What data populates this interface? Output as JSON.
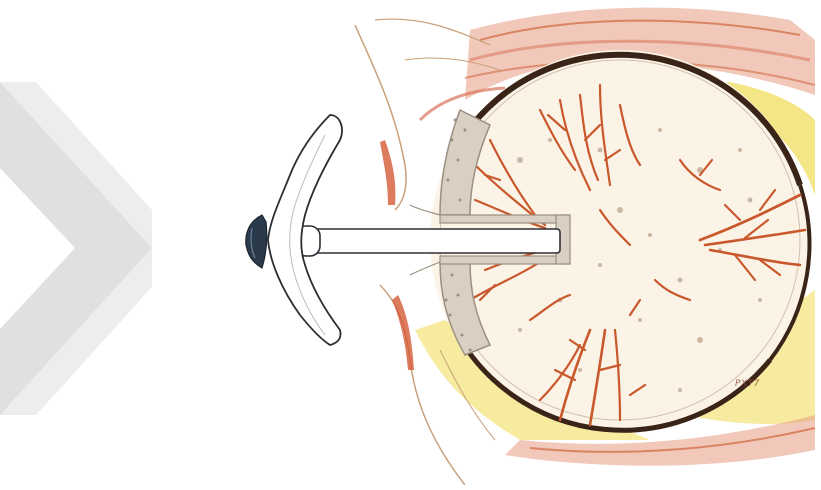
{
  "figure": {
    "artist_signature": "PXT7",
    "colors": {
      "watermark": "#d9d9d9",
      "eyeball_fill": "#fbf3e6",
      "eyeball_rim": "#3a2418",
      "vessels": "#c9582c",
      "vessels_dark": "#a8401e",
      "muscle_red": "#d8745a",
      "fat_yellow": "#f5e88e",
      "skin_line": "#caa07a",
      "granular_tissue": "#9b8f82",
      "prosthesis_outline": "#2d2d35",
      "prosthesis_fill": "#ffffff",
      "iris_dark": "#2b3a4a"
    },
    "icons": [
      "watermark-chevron",
      "orbital-implant",
      "ocular-prosthesis",
      "peg"
    ]
  }
}
